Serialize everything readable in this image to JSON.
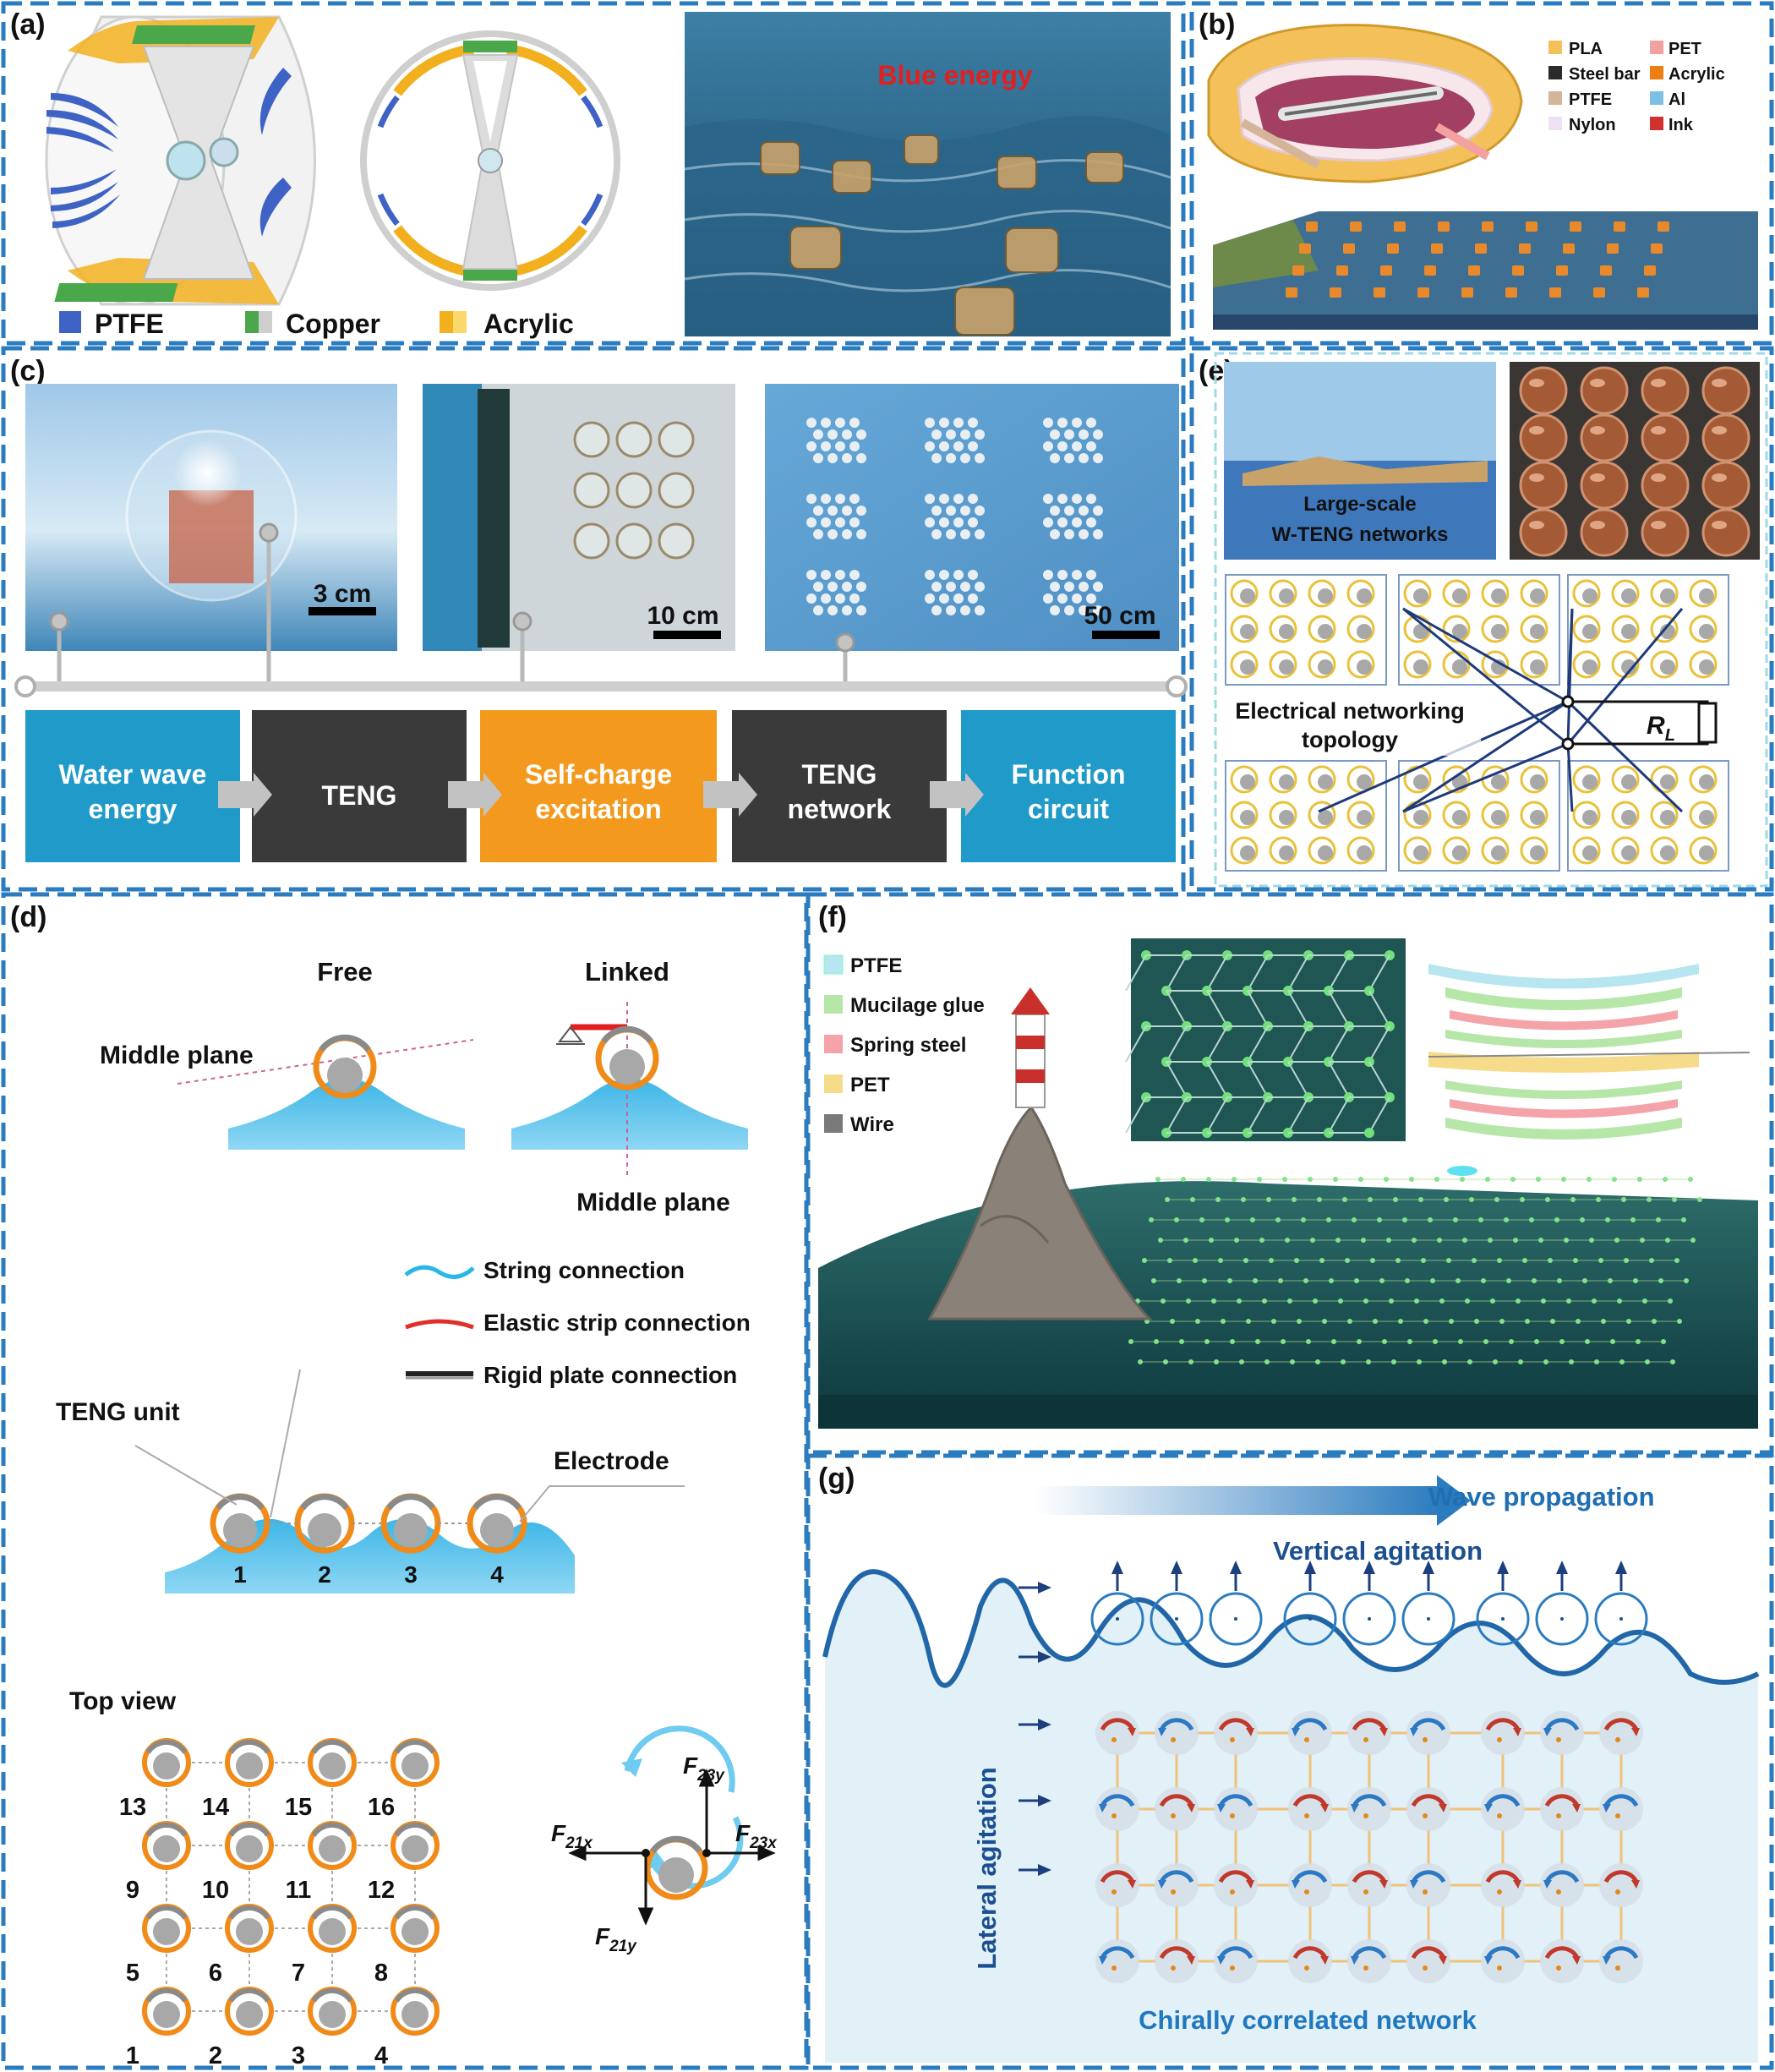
{
  "panels": {
    "a": {
      "label": "(a)",
      "legend": [
        "PTFE",
        "Copper",
        "Acrylic"
      ],
      "photo_title": "Blue energy",
      "colors": {
        "ptfe": "#3f63c4",
        "copper": "#4aa84a",
        "acrylic": "#f2b01e"
      }
    },
    "b": {
      "label": "(b)",
      "legend_left": [
        "PLA",
        "Steel bar",
        "PTFE",
        "Nylon"
      ],
      "legend_right": [
        "PET",
        "Acrylic",
        "Al",
        "Ink"
      ],
      "legend_colors_left": [
        "#f3c05a",
        "#2b2b2b",
        "#d4b59a",
        "#efe0f4"
      ],
      "legend_colors_right": [
        "#f3a0a0",
        "#ef7d12",
        "#7cc0e6",
        "#d2322f"
      ]
    },
    "c": {
      "label": "(c)",
      "scale_bars": [
        "3 cm",
        "10 cm",
        "50 cm"
      ],
      "flow": [
        "Water wave energy",
        "TENG",
        "Self-charge excitation",
        "TENG network",
        "Function circuit"
      ],
      "flow_colors": [
        "#1f9ac9",
        "#3a3a3a",
        "#f39a1e",
        "#3a3a3a",
        "#1f9ac9"
      ]
    },
    "d": {
      "label": "(d)",
      "free": "Free",
      "linked": "Linked",
      "middle_plane": "Middle plane",
      "legend": [
        "String connection",
        "Elastic strip connection",
        "Rigid plate connection"
      ],
      "teng_unit": "TENG unit",
      "electrode": "Electrode",
      "chain_numbers": [
        "1",
        "2",
        "3",
        "4"
      ],
      "top_view": "Top view",
      "grid_numbers": [
        "13",
        "14",
        "15",
        "16",
        "9",
        "10",
        "11",
        "12",
        "5",
        "6",
        "7",
        "8",
        "1",
        "2",
        "3",
        "4"
      ],
      "forces": {
        "f23y": "F",
        "f23y_sub": "23y",
        "f21x": "F",
        "f21x_sub": "21x",
        "f23x": "F",
        "f23x_sub": "23x",
        "f21y": "F",
        "f21y_sub": "21y"
      }
    },
    "e": {
      "label": "(e)",
      "photo_text": [
        "Large-scale",
        "W-TENG networks"
      ],
      "topology": "Electrical networking topology",
      "load": "R",
      "load_sub": "L"
    },
    "f": {
      "label": "(f)",
      "legend": [
        "PTFE",
        "Mucilage glue",
        "Spring steel",
        "PET",
        "Wire"
      ],
      "legend_colors": [
        "#b7e6f0",
        "#b6e6a8",
        "#f4a3a8",
        "#f6dc8a",
        "#7a7a7a"
      ]
    },
    "g": {
      "label": "(g)",
      "wave_propagation": "Wave propagation",
      "vertical": "Vertical agitation",
      "lateral": "Lateral agitation",
      "network": "Chirally correlated network"
    }
  }
}
